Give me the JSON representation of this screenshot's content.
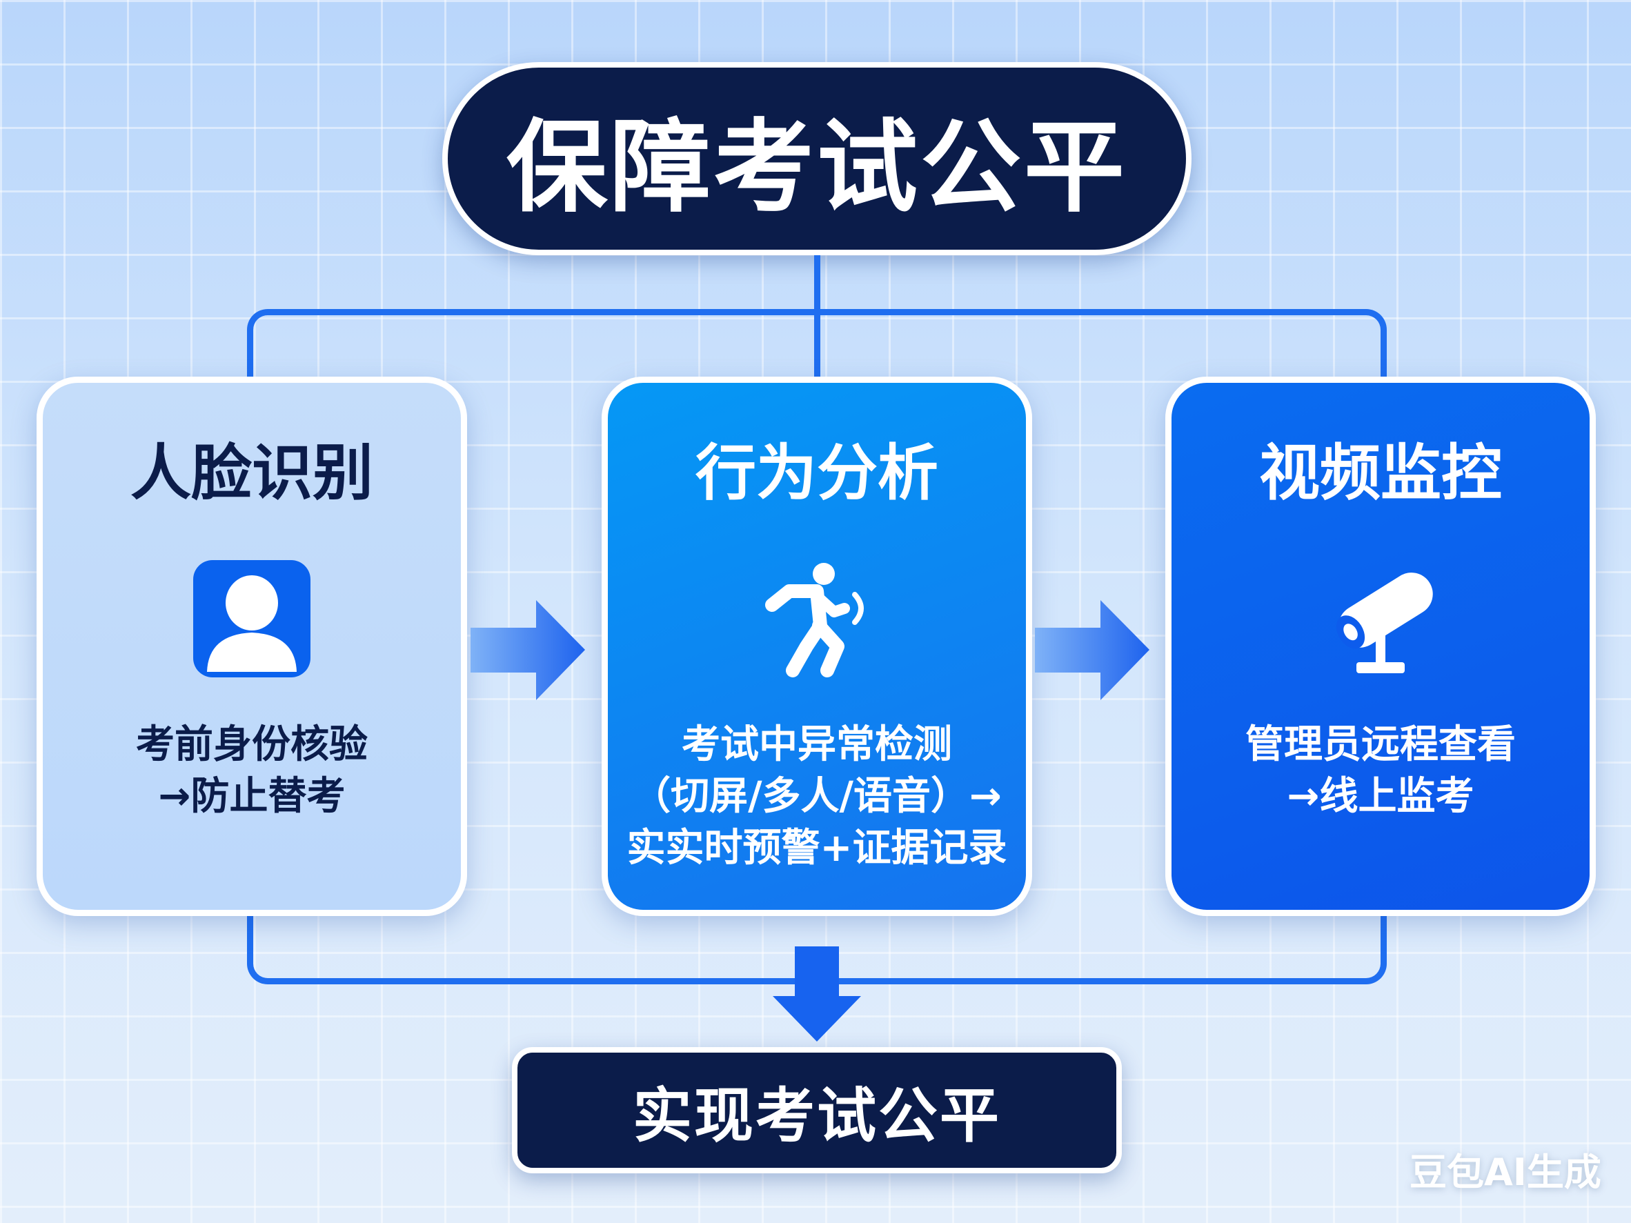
{
  "title": "保障考试公平",
  "cards": [
    {
      "title": "人脸识别",
      "icon": "user-profile-icon",
      "desc": "考前身份核验\n→防止替考"
    },
    {
      "title": "行为分析",
      "icon": "running-person-icon",
      "desc": "考试中异常检测\n（切屏/多人/语音）→\n实实时预警+证据记录"
    },
    {
      "title": "视频监控",
      "icon": "surveillance-camera-icon",
      "desc": "管理员远程查看\n→线上监考"
    }
  ],
  "result": "实现考试公平",
  "watermark": "豆包AI生成",
  "colors": {
    "navy": "#0b1c4a",
    "blue": "#1f6ef0"
  }
}
